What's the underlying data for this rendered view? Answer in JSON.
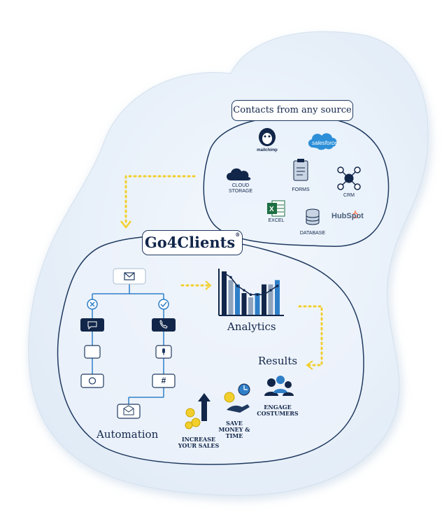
{
  "contacts_header": "Contacts from any source",
  "sources": {
    "mailchimp": "mailchimp",
    "salesforce": "salesforce",
    "cloud_storage": "CLOUD STORAGE",
    "forms": "FORMS",
    "crm": "CRM",
    "excel": "EXCEL",
    "database": "DATABASE",
    "hubspot": "HubSpot"
  },
  "brand": {
    "name": "Go4Clients",
    "mark": "®"
  },
  "analytics": {
    "label": "Analytics",
    "chart_data": {
      "type": "bar",
      "series": [
        {
          "values": [
            10,
            8,
            7,
            5,
            4,
            5,
            7,
            7,
            8
          ]
        }
      ],
      "trend": [
        9,
        8,
        6,
        5,
        4,
        4,
        4,
        5,
        6
      ]
    }
  },
  "results": {
    "label": "Results",
    "items": {
      "increase_sales": "INCREASE YOUR SALES",
      "save_money": "SAVE MONEY & TIME",
      "engage": "ENGAGE COSTUMERS"
    }
  },
  "automation": {
    "label": "Automation",
    "hash": "#"
  },
  "colors": {
    "navy": "#12264a",
    "accent_yellow": "#f2cf2c",
    "blue": "#2f7fc8",
    "bg": "#e8f1fa"
  }
}
